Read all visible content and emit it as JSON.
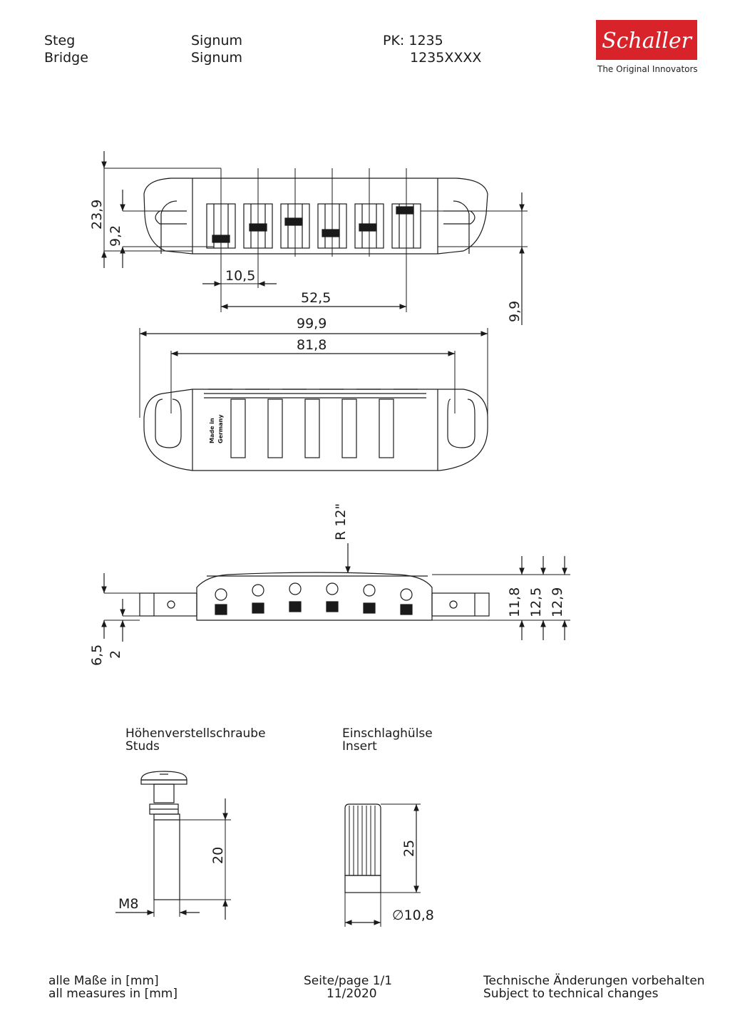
{
  "header": {
    "item_de": "Steg",
    "item_en": "Bridge",
    "model_de": "Signum",
    "model_en": "Signum",
    "pk": "PK: 1235",
    "part_number": "1235XXXX"
  },
  "logo": {
    "brand": "Schaller",
    "tagline": "The Original Innovators",
    "color": "#d9232a"
  },
  "dimensions": {
    "height_total": "23,9",
    "slot_height": "9,2",
    "saddle_pitch": "10,5",
    "saddle_span": "52,5",
    "overall_length": "99,9",
    "slot_spacing": "81,8",
    "offset_right": "9,9",
    "radius": "R 12\"",
    "h1": "11,8",
    "h2": "12,5",
    "h3": "12,9",
    "base_height": "6,5",
    "base_offset": "2",
    "stud_length": "20",
    "stud_thread": "M8",
    "insert_length": "25",
    "insert_diameter": "10,8"
  },
  "engraving": {
    "line1": "Made in",
    "line2": "Germany"
  },
  "parts": {
    "studs_de": "Höhenverstellschraube",
    "studs_en": "Studs",
    "insert_de": "Einschlaghülse",
    "insert_en": "Insert"
  },
  "footer": {
    "units_de": "alle Maße in [mm]",
    "units_en": "all measures in [mm]",
    "page": "Seite/page 1/1",
    "date": "11/2020",
    "note_de": "Technische Änderungen vorbehalten",
    "note_en": "Subject to technical changes"
  }
}
